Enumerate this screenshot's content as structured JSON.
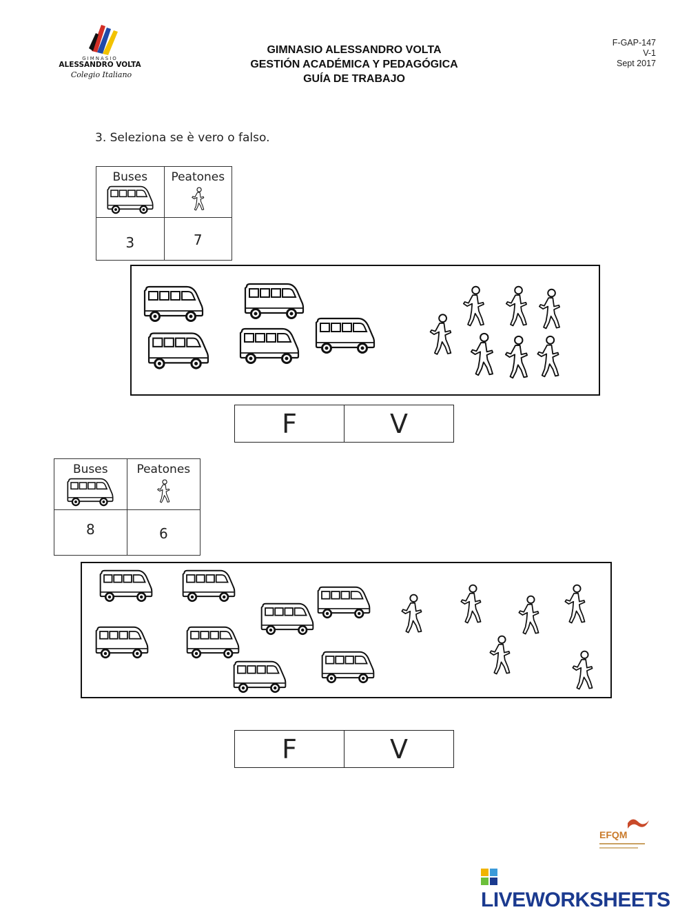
{
  "header": {
    "logo_text_top": "GIMNASIO",
    "logo_text_main": "ALESSANDRO VOLTA",
    "logo_text_sub": "Colegio Italiano",
    "title_line1": "GIMNASIO ALESSANDRO VOLTA",
    "title_line2": "GESTIÓN ACADÉMICA Y PEDAGÓGICA",
    "title_line3": "GUÍA DE TRABAJO",
    "code": "F-GAP-147",
    "version": "V-1",
    "date": "Sept 2017"
  },
  "instruction": "3. Seleziona se è vero o falso.",
  "exercises": [
    {
      "table": {
        "buses_label": "Buses",
        "peatones_label": "Peatones",
        "buses_value": "3",
        "peatones_value": "7"
      },
      "picture": {
        "buses_count": 5,
        "pedestrians_count": 7
      },
      "answers": {
        "false_label": "F",
        "true_label": "V"
      }
    },
    {
      "table": {
        "buses_label": "Buses",
        "peatones_label": "Peatones",
        "buses_value": "8",
        "peatones_value": "6"
      },
      "picture": {
        "buses_count": 8,
        "pedestrians_count": 6
      },
      "answers": {
        "false_label": "F",
        "true_label": "V"
      }
    }
  ],
  "footer": {
    "efqm_label": "EFQM",
    "brand": "LIVEWORKSHEETS"
  },
  "colors": {
    "logo_red": "#d22f27",
    "logo_yellow": "#f2c200",
    "logo_blue": "#1f4aa8",
    "brand_blue": "#1b3a8f"
  },
  "icons": [
    "bus-icon",
    "pedestrian-icon",
    "school-logo",
    "efqm-logo",
    "liveworksheets-logo"
  ]
}
